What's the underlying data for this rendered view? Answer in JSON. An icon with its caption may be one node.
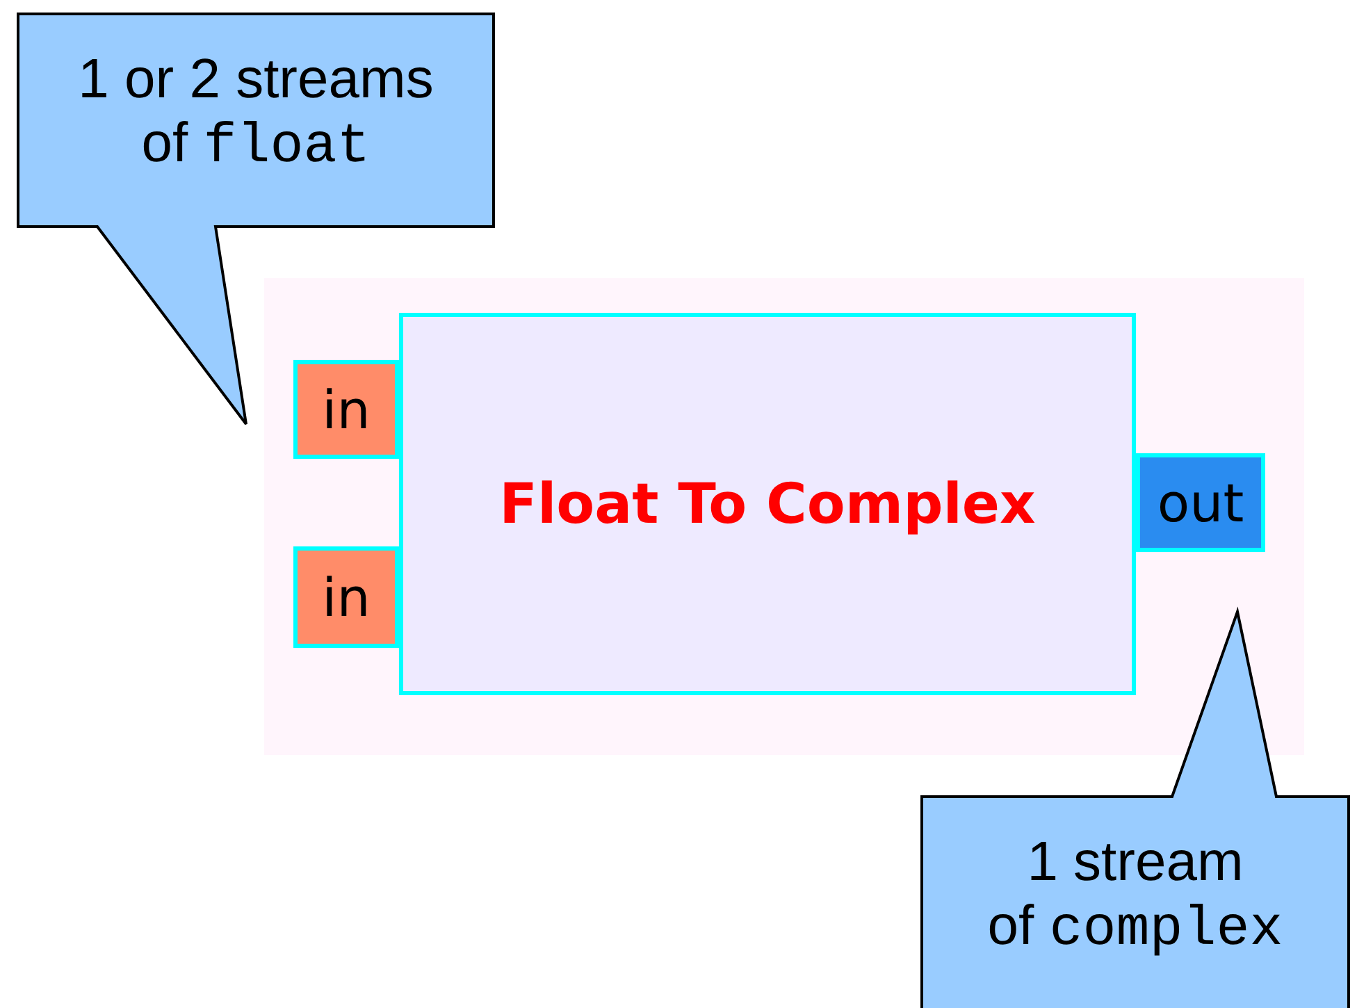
{
  "diagram": {
    "nodes": [
      {
        "text": [
          "1 or 2 streams of float"
        ]
      },
      {
        "text": [],
        "shape": "box"
      },
      {
        "text": [
          "Float To Complex"
        ],
        "in": 1
      },
      {
        "text": [
          "in"
        ],
        "in": 1
      },
      {
        "text": [
          "in"
        ],
        "in": 1
      },
      {
        "text": [
          "out"
        ],
        "in": 1
      },
      {
        "text": [
          "1 stream of complex"
        ]
      }
    ]
  }
}
